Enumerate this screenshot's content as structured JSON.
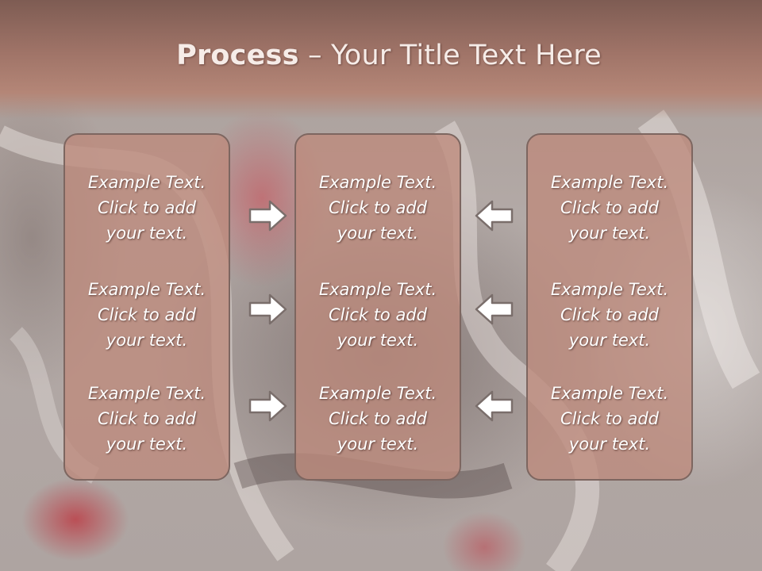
{
  "slide": {
    "title_bold": "Process",
    "title_rest": " – Your Title Text Here"
  },
  "columns": [
    {
      "items": [
        {
          "line1": "Example Text.",
          "line2": "Click  to add",
          "line3": "your text."
        },
        {
          "line1": "Example Text.",
          "line2": "Click  to add",
          "line3": "your text."
        },
        {
          "line1": "Example Text.",
          "line2": "Click  to add",
          "line3": "your text."
        }
      ]
    },
    {
      "items": [
        {
          "line1": "Example Text.",
          "line2": "Click  to add",
          "line3": "your text."
        },
        {
          "line1": "Example Text.",
          "line2": "Click  to add",
          "line3": "your text."
        },
        {
          "line1": "Example Text.",
          "line2": "Click  to add",
          "line3": "your text."
        }
      ]
    },
    {
      "items": [
        {
          "line1": "Example Text.",
          "line2": "Click  to add",
          "line3": "your text."
        },
        {
          "line1": "Example Text.",
          "line2": "Click  to add",
          "line3": "your text."
        },
        {
          "line1": "Example Text.",
          "line2": "Click  to add",
          "line3": "your text."
        }
      ]
    }
  ],
  "arrows": {
    "left_group": [
      "right-arrow-icon",
      "right-arrow-icon",
      "right-arrow-icon"
    ],
    "right_group": [
      "left-arrow-icon",
      "left-arrow-icon",
      "left-arrow-icon"
    ]
  },
  "colors": {
    "header": "#a07468",
    "box_fill": "#be8a7c",
    "box_border": "#7d6660",
    "text": "#ffffff",
    "arrow_fill": "#ffffff",
    "arrow_stroke": "#7a6e6b"
  }
}
